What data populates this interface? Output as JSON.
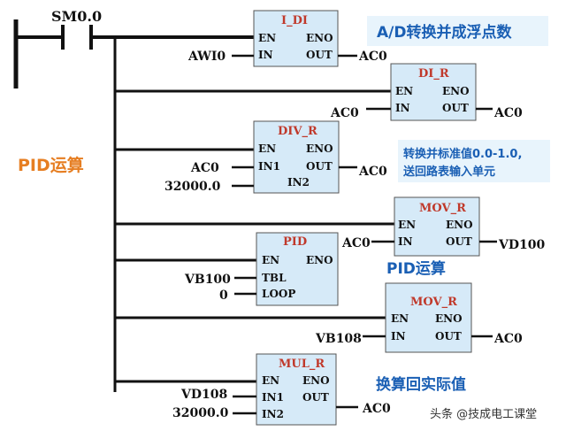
{
  "contact": {
    "label": "SM0.0"
  },
  "section_label": "PID运算",
  "blocks": {
    "i_di": {
      "title": "I_DI",
      "en": "EN",
      "eno": "ENO",
      "in": "IN",
      "out": "OUT",
      "in_val": "AWI0",
      "out_val": "AC0"
    },
    "di_r": {
      "title": "DI_R",
      "en": "EN",
      "eno": "ENO",
      "in": "IN",
      "out": "OUT",
      "in_val": "AC0",
      "out_val": "AC0"
    },
    "div_r": {
      "title": "DIV_R",
      "en": "EN",
      "eno": "ENO",
      "in1": "IN1",
      "in2": "IN2",
      "out": "OUT",
      "in1_val": "AC0",
      "in2_val": "32000.0",
      "out_val": "AC0"
    },
    "mov_r1": {
      "title": "MOV_R",
      "en": "EN",
      "eno": "ENO",
      "in": "IN",
      "out": "OUT",
      "in_val": "AC0",
      "out_val": "VD100"
    },
    "pid": {
      "title": "PID",
      "en": "EN",
      "eno": "ENO",
      "tbl": "TBL",
      "loop": "LOOP",
      "tbl_val": "VB100",
      "loop_val": "0"
    },
    "mov_r2": {
      "title": "MOV_R",
      "en": "EN",
      "eno": "ENO",
      "in": "IN",
      "out": "OUT",
      "in_val": "VB108",
      "out_val": "AC0"
    },
    "mul_r": {
      "title": "MUL_R",
      "en": "EN",
      "eno": "ENO",
      "in1": "IN1",
      "in2": "IN2",
      "out": "OUT",
      "in1_val": "VD108",
      "in2_val": "32000.0",
      "out_val": "AC0"
    }
  },
  "notes": {
    "ad_convert": "A/D转换并成浮点数",
    "standardize_line1": "转换并标准值0.0-1.0,",
    "standardize_line2": "送回路表输入单元",
    "pid_calc": "PID运算",
    "convert_back": "换算回实际值"
  },
  "watermark": "头条 @技成电工课堂",
  "colors": {
    "block_fill": "#d6eaf8",
    "block_title": "#c0392b",
    "note_blue": "#1a5fb4",
    "section_orange": "#e67e22",
    "note_bg": "#e8f4fc"
  }
}
